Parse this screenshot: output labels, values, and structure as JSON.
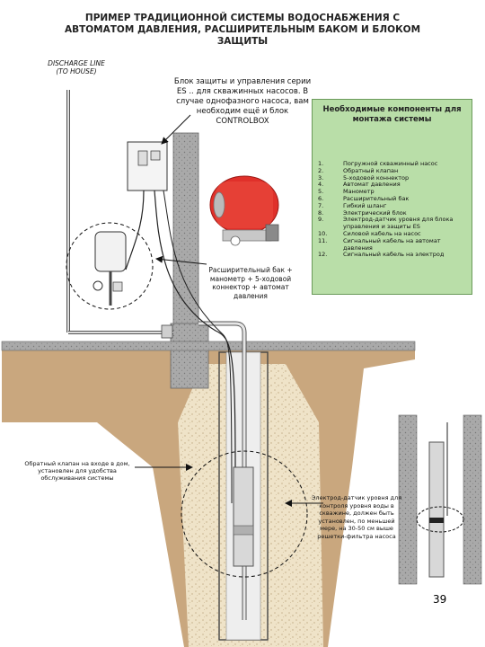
{
  "title": "ПРИМЕР ТРАДИЦИОННОЙ СИСТЕМЫ ВОДОСНАБЖЕНИЯ С АВТОМАТОМ ДАВЛЕНИЯ, РАСШИРИТЕЛЬНЫМ БАКОМ И БЛОКОМ ЗАЩИТЫ",
  "discharge_label": "DISCHARGE LINE (TO HOUSE)",
  "notes": {
    "control_unit": "Блок защиты и управления серии ES .. для скважинных насосов. В случае однофазного насоса, вам необходим ещё и блок CONTROLBOX",
    "tank": "Расширительный бак + манометр + 5-ходовой коннектор + автомат давления",
    "check_valve": "Обратный клапан на входе в дом, установлен для удобства обслуживания системы",
    "level_sensor": "Электрод-датчик уровня для контроля уровня воды в скважине, должен быть установлен, по меньшей мере, на 30-50 см выше решетки-фильтра насоса"
  },
  "components": {
    "title": "Необходимые компоненты для монтажа системы",
    "items": [
      {
        "num": "1.",
        "text": "Погружной скважинный насос"
      },
      {
        "num": "2.",
        "text": "Обратный клапан"
      },
      {
        "num": "3.",
        "text": "5-ходовой коннектор"
      },
      {
        "num": "4.",
        "text": "Автомат давления"
      },
      {
        "num": "5.",
        "text": "Манометр"
      },
      {
        "num": "6.",
        "text": "Расширительный бак"
      },
      {
        "num": "7.",
        "text": "Гибкий шланг"
      },
      {
        "num": "8.",
        "text": "Электрический блок"
      },
      {
        "num": "9.",
        "text": "Электрод-датчик уровня для блока управления и защиты ES"
      },
      {
        "num": "10.",
        "text": "Силовой кабель на насос"
      },
      {
        "num": "11.",
        "text": "Сигнальный кабель на автомат давления"
      },
      {
        "num": "12.",
        "text": "Сигнальный кабель на электрод"
      }
    ]
  },
  "page_number": "39",
  "colors": {
    "wall": "#a9a9a9",
    "ground": "#c9a77e",
    "gravel": "#efe3c8",
    "panel": "#b9dea8",
    "tank_red": "#e0302a"
  }
}
